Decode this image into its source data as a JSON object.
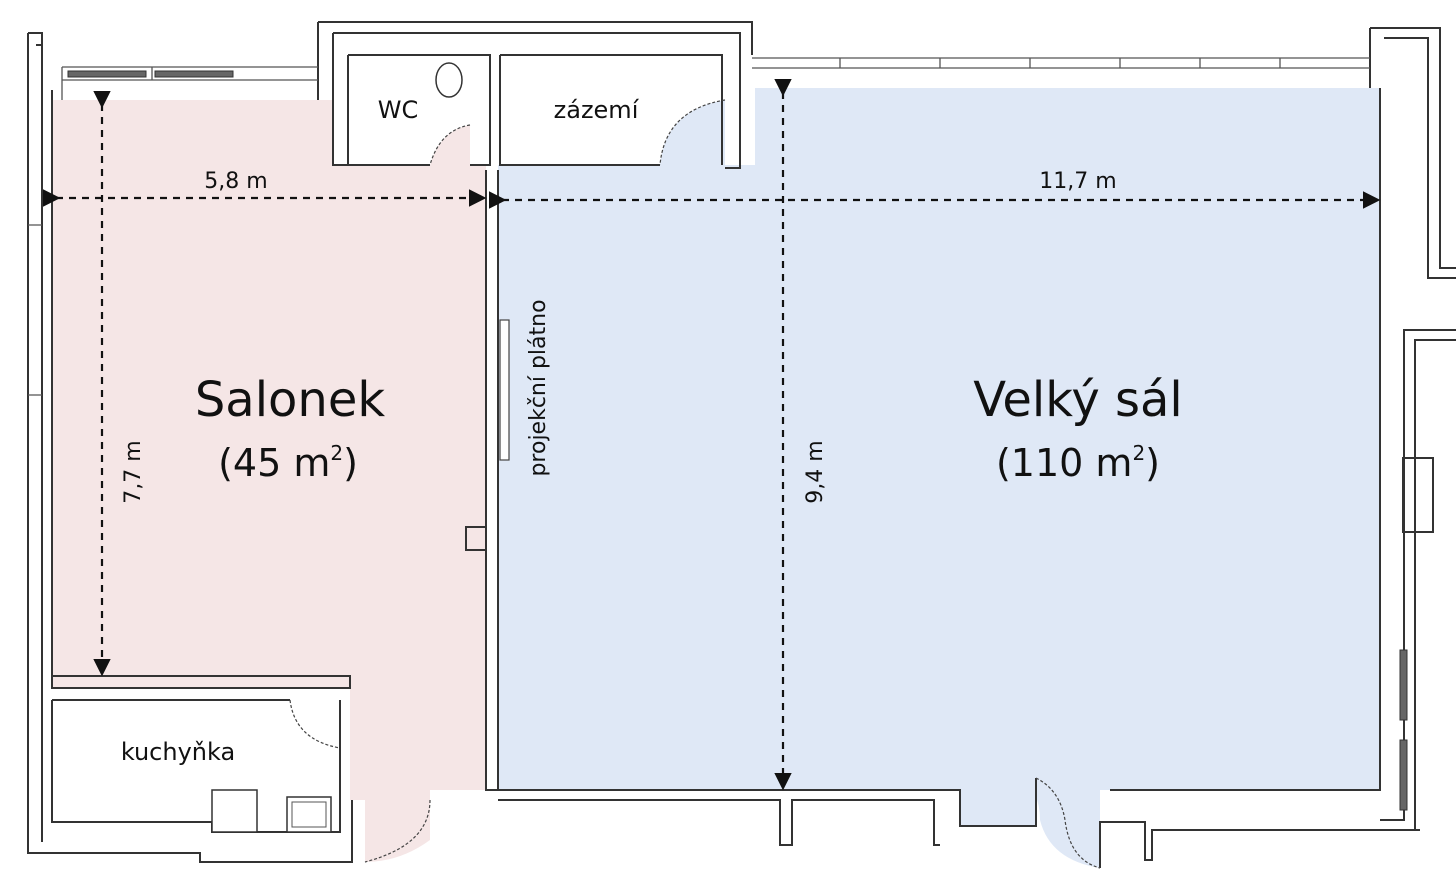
{
  "colors": {
    "salonek": "#f5e6e6",
    "velky_sal": "#dfe8f6",
    "walls": "#333333"
  },
  "rooms": {
    "salonek": {
      "name": "Salonek",
      "area_number": "(45 m",
      "area_sup": "2",
      "area_close": ")"
    },
    "velky_sal": {
      "name": "Velký sál",
      "area_number": "(110 m",
      "area_sup": "2",
      "area_close": ")"
    },
    "wc": {
      "name": "WC"
    },
    "zazemi": {
      "name": "zázemí"
    },
    "kuchynka": {
      "name": "kuchyňka"
    }
  },
  "dimensions": {
    "salonek_width": "5,8 m",
    "salonek_depth": "7,7 m",
    "sal_width": "11,7 m",
    "sal_depth": "9,4 m"
  },
  "screen_label": "projekční plátno"
}
